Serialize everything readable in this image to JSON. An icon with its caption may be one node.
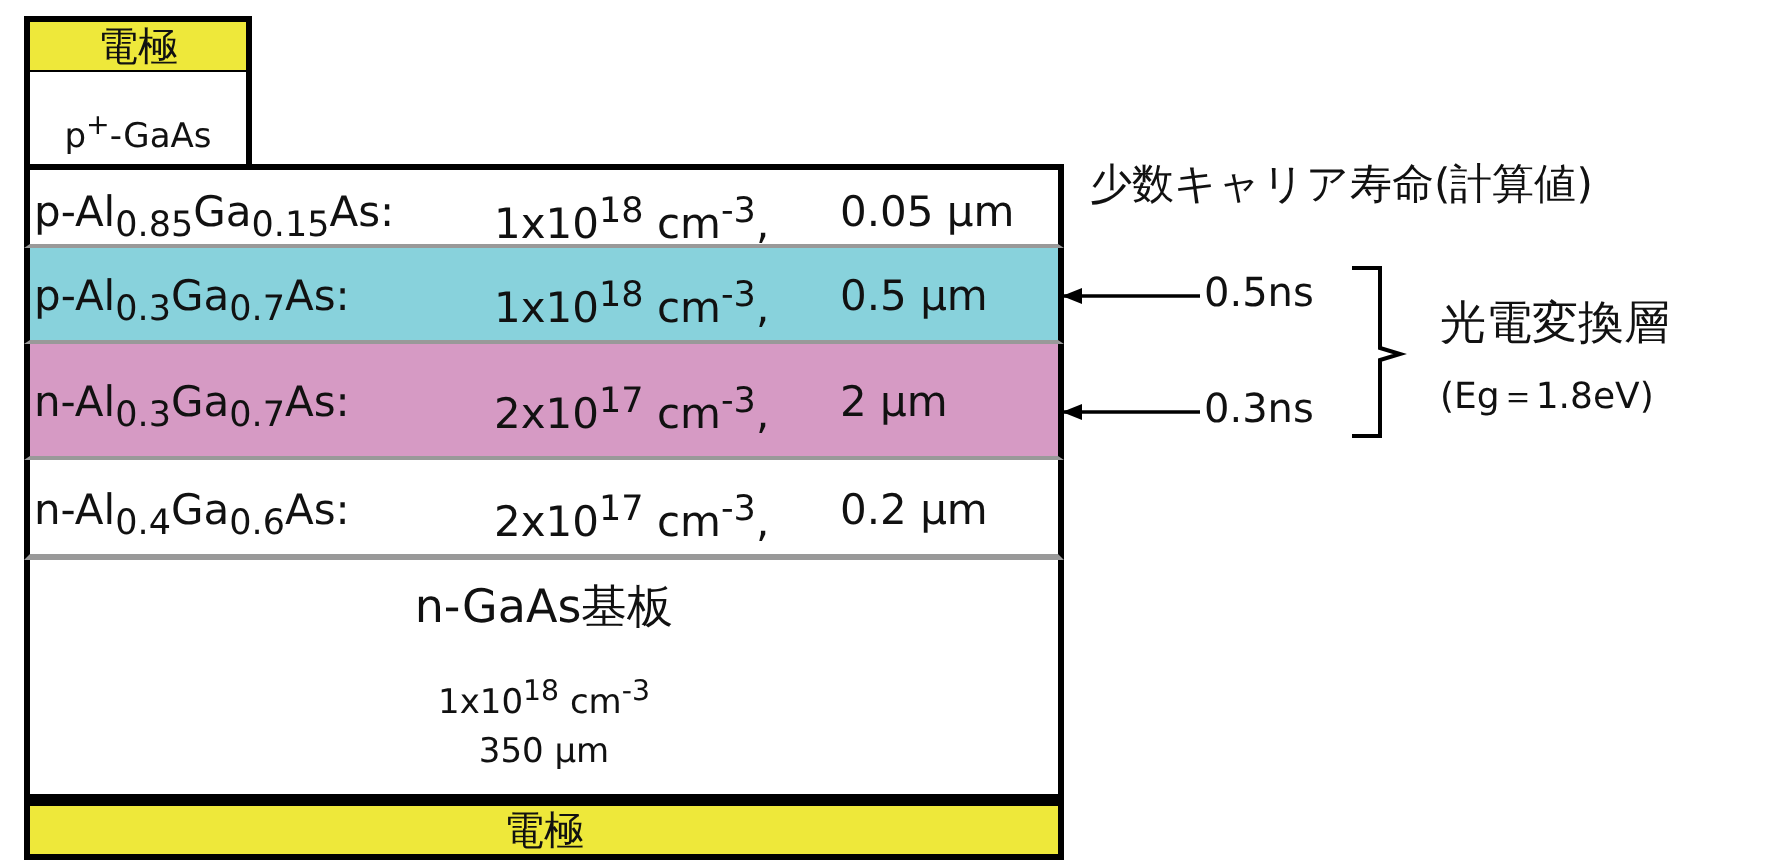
{
  "diagram": {
    "nodes": [
      {
        "text": [
          "電極"
        ]
      },
      {
        "text": [
          "p$^{+}$-GaAs"
        ]
      },
      {
        "text": [
          "p-Al$_{0.85}$Ga$_{0.15}$As:",
          "1x10$^{18}$ cm$^{-3}$,",
          "0.05 μm"
        ]
      },
      {
        "text": [
          "p-Al$_{0.3}$Ga$_{0.7}$As:",
          "1x10$^{18}$ cm$^{-3}$,",
          "0.5 μm"
        ]
      },
      {
        "text": [
          "n-Al$_{0.3}$Ga$_{0.7}$As:",
          "2x10$^{17}$ cm$^{-3}$,",
          "2 μm"
        ]
      },
      {
        "text": [
          "n-Al$_{0.4}$Ga$_{0.6}$As:",
          "2x10$^{17}$ cm$^{-3}$,",
          "0.2 μm"
        ]
      },
      {
        "text": [
          "n-GaAs基板",
          "1x10$^{18}$ cm$^{-3}$",
          "350 μm"
        ]
      },
      {
        "text": [
          "電極"
        ]
      },
      {
        "text": [
          "0.5ns"
        ]
      },
      {
        "text": [
          "0.3ns"
        ]
      }
    ],
    "edges": [
      {
        "from": 8,
        "to": 3,
        "arrow": "to"
      },
      {
        "from": 9,
        "to": 4,
        "arrow": "to"
      }
    ],
    "labels": [
      "少数キャリア寿命(計算値)",
      "光電変換層",
      "(Eg＝1.8eV)"
    ]
  }
}
